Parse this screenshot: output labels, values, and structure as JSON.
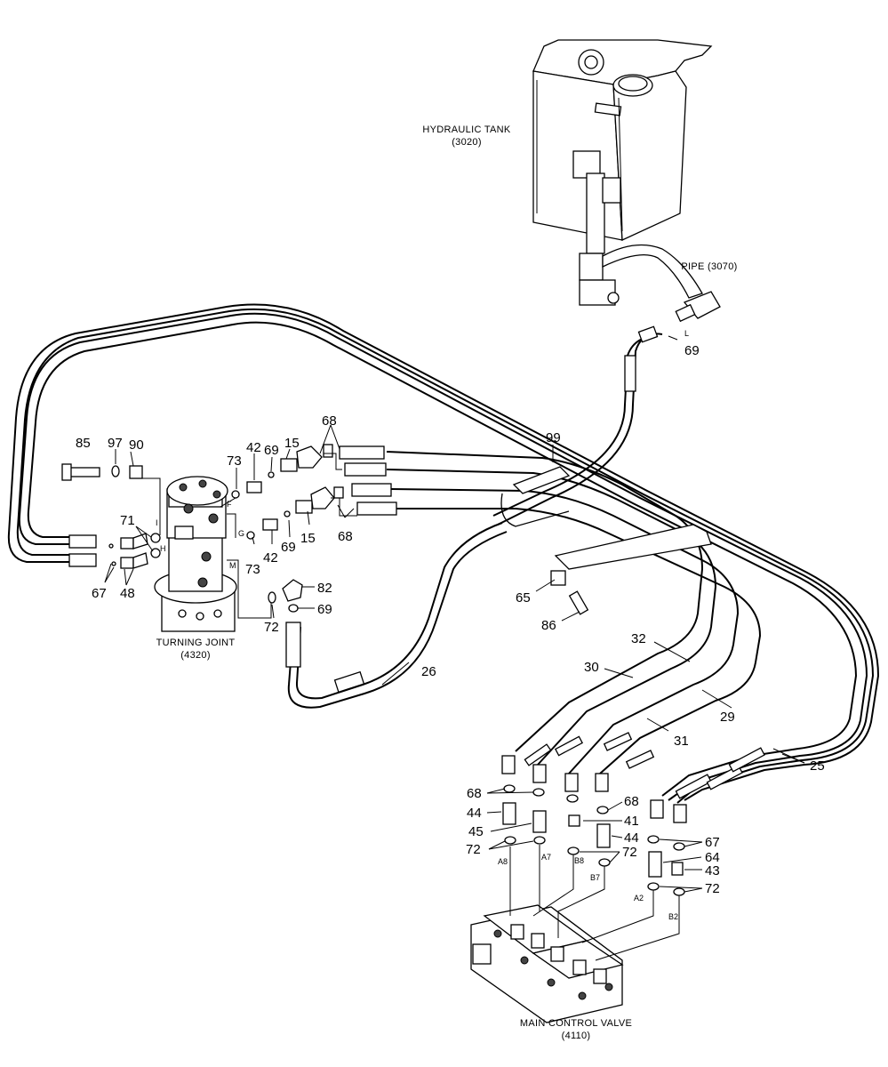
{
  "components": {
    "hydraulic_tank": {
      "name": "HYDRAULIC TANK",
      "code": "(3020)"
    },
    "pipe": {
      "name": "PIPE (3070)"
    },
    "turning_joint": {
      "name": "TURNING JOINT",
      "code": "(4320)"
    },
    "main_control_valve": {
      "name": "MAIN CONTROL VALVE",
      "code": "(4110)"
    }
  },
  "part_numbers": {
    "p69_pipe": "69",
    "p99": "99",
    "p68_top_a": "68",
    "p15_top": "15",
    "p69_top": "69",
    "p42_top": "42",
    "p73_top": "73",
    "p85": "85",
    "p97": "97",
    "p90": "90",
    "p71": "71",
    "p67_left": "67",
    "p48": "48",
    "p73_mid": "73",
    "p42_mid": "42",
    "p69_mid": "69",
    "p15_mid": "15",
    "p68_mid": "68",
    "p82": "82",
    "p69_low": "69",
    "p72_tj": "72",
    "p26": "26",
    "p65": "65",
    "p86": "86",
    "p32": "32",
    "p30": "30",
    "p29": "29",
    "p31": "31",
    "p25": "25",
    "p68_l": "68",
    "p44_l": "44",
    "p45": "45",
    "p72_l": "72",
    "p68_r": "68",
    "p41": "41",
    "p44_r": "44",
    "p72_r": "72",
    "p67_r": "67",
    "p64": "64",
    "p43": "43",
    "p72_b": "72"
  },
  "port_labels": {
    "F": "F",
    "G": "G",
    "H": "H",
    "I": "I",
    "M": "M",
    "L": "L",
    "A8": "A8",
    "A7": "A7",
    "B8": "B8",
    "B7": "B7",
    "A2": "A2",
    "B2": "B2"
  }
}
